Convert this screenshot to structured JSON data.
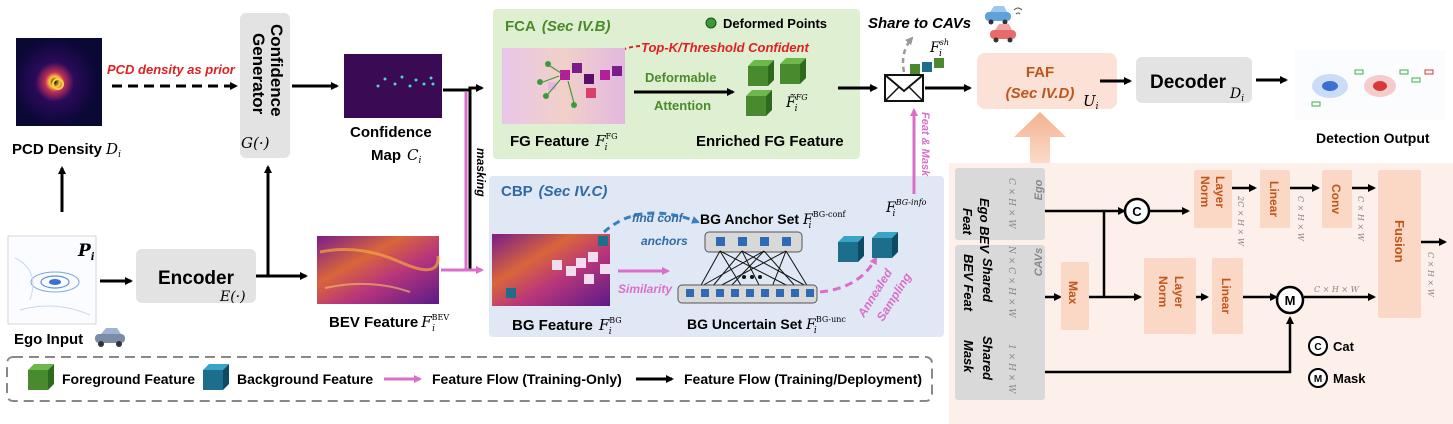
{
  "ego_input": {
    "label": "Ego Input",
    "symbol": "P",
    "symbol_sub": "i"
  },
  "encoder": {
    "label": "Encoder",
    "func": "E(·)"
  },
  "pcd_density": {
    "label": "PCD Density",
    "symbol": "D",
    "symbol_sub": "i"
  },
  "pcd_prior": "PCD density as prior",
  "confidence_generator": {
    "label1": "Confidence",
    "label2": "Generator",
    "func": "G(·)"
  },
  "confidence_map": {
    "label1": "Confidence",
    "label2": "Map",
    "symbol": "C",
    "symbol_sub": "i"
  },
  "bev_feature": {
    "label": "BEV Feature",
    "symbol": "F",
    "symbol_sup": "BEV",
    "symbol_sub": "i"
  },
  "masking": "masking",
  "fca": {
    "title": "FCA",
    "sec": "(Sec IV.B)",
    "deformed_points": "Deformed Points",
    "topk": "Top-K/Threshold Confident",
    "deformable1": "Deformable",
    "deformable2": "Attention",
    "fg_feature": "FG Feature",
    "fg_symbol_sup": "FG",
    "enriched": "Enriched FG Feature",
    "enriched_symbol_sup": "FG"
  },
  "cbp": {
    "title": "CBP",
    "sec": "(Sec IV.C)",
    "find1": "find conf",
    "find2": "anchors",
    "anchor_set": "BG Anchor Set",
    "anchor_sup": "BG-conf",
    "similarity": "Similarity",
    "uncertain_set": "BG Uncertain Set",
    "uncertain_sup": "BG-unc",
    "annealed1": "Annealed",
    "annealed2": "Sampling",
    "bg_feature": "BG Feature",
    "bg_sup": "BG",
    "info_sup": "BG-info"
  },
  "share": {
    "label": "Share to CAVs",
    "sh_sup": "sh",
    "feat_mask": "Feat & Mask"
  },
  "faf": {
    "title": "FAF",
    "sec": "(Sec IV.D)",
    "symbol": "U",
    "symbol_sub": "i"
  },
  "decoder": {
    "label": "Decoder",
    "symbol": "D",
    "symbol_sub": "i"
  },
  "detection_output": "Detection Output",
  "legend": {
    "fg": "Foreground Feature",
    "bg": "Background Feature",
    "flow_train": "Feature Flow (Training-Only)",
    "flow_deploy": "Feature Flow (Training/Deployment)"
  },
  "fusion_panel": {
    "ego_tag": "Ego",
    "cavs_tag": "CAVs",
    "ego_bev1": "Ego BEV",
    "ego_bev2": "Feat",
    "shared_bev1": "Shared",
    "shared_bev2": "BEV Feat",
    "shared_mask1": "Shared",
    "shared_mask2": "Mask",
    "dim_ego": "C × H × W",
    "dim_shared": "N × C × H × W",
    "dim_mask": "1 × H × W",
    "dim_2c": "2C × H × W",
    "dim_c1": "C × H × W",
    "dim_c2": "C × H × W",
    "dim_c3": "C × H × W",
    "dim_out": "C × H × W",
    "max": "Max",
    "layer1": "Layer",
    "norm": "Norm",
    "linear": "Linear",
    "conv": "Conv",
    "fusion": "Fusion",
    "cat_symbol": "C",
    "mask_symbol": "M",
    "cat": "Cat",
    "mask": "Mask"
  },
  "colors": {
    "fca_bg": "#dff0d2",
    "cbp_bg": "#dfe8f4",
    "faf_bg": "#fce6db",
    "orange_text": "#c0541b",
    "pink": "#d96fc9",
    "red": "#e02020",
    "blue_text": "#2f6aa5",
    "green_text": "#4a8a2a",
    "fg_cube": "#4a8a2e",
    "bg_cube": "#1d6d8c"
  }
}
